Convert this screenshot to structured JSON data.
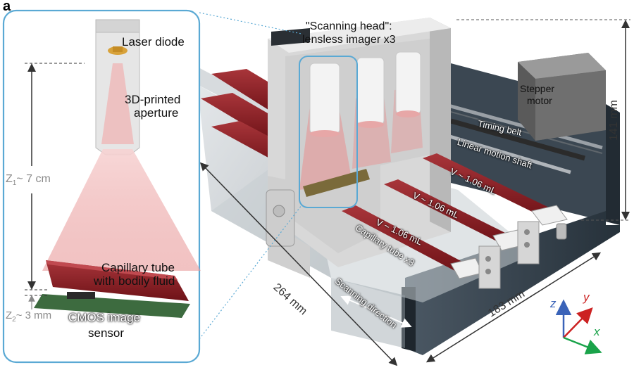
{
  "panel_label": "a",
  "inset": {
    "laser_diode": "Laser diode",
    "aperture_line1": "3D-printed",
    "aperture_line2": "aperture",
    "z1_label": "Z",
    "z1_sub": "1",
    "z1_value": "~ 7 cm",
    "capillary_line1": "Capillary tube",
    "capillary_line2": "with bodily fluid",
    "z2_label": "Z",
    "z2_sub": "2",
    "z2_value": "~ 3 mm",
    "cmos_line1": "CMOS image",
    "cmos_line2": "sensor"
  },
  "device": {
    "scanning_head_line1": "\"Scanning head\":",
    "scanning_head_line2": "lensless imager x3",
    "stepper_line1": "Stepper",
    "stepper_line2": "motor",
    "timing_belt": "Timing belt",
    "linear_shaft": "Linear motion shaft",
    "volume_1": "V ~ 1.06 mL",
    "volume_2": "V ~ 1.06 mL",
    "volume_3": "V ~ 1.06 mL",
    "capillary_x3": "Capillary tube x3",
    "scanning_direction": "Scanning direction",
    "dim_height": "141 mm",
    "dim_length": "264 mm",
    "dim_width": "183 mm"
  },
  "axes": {
    "z": "z",
    "y": "y",
    "x": "x"
  },
  "colors": {
    "inset_border": "#5aa9d4",
    "tube_red": "#8c1c22",
    "laser_pink": "#f2b7b7",
    "z_axis": "#3a63b8",
    "y_axis": "#cc2222",
    "x_axis": "#1aa34a",
    "enclosure": "#2e3a44",
    "housing": "#dedede"
  }
}
